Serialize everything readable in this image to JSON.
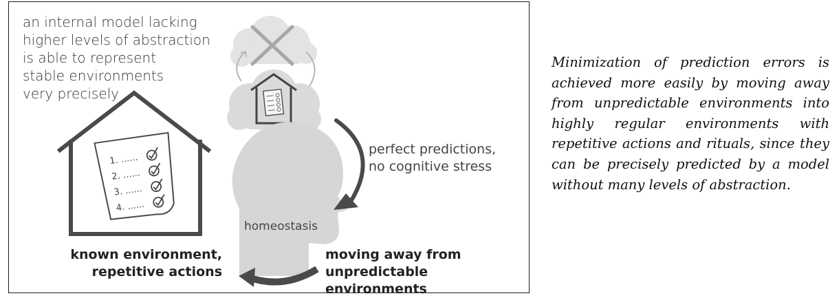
{
  "figure": {
    "intro_text": "an internal model lacking\nhigher levels of abstraction\nis able to represent\nstable environments\nvery precisely",
    "perfect_text": "perfect predictions,\nno cognitive stress",
    "homeostasis_label": "homeostasis",
    "known_label": "known environment,\nrepetitive actions",
    "moving_label": "moving away from\nunpredictable environments",
    "checklist": [
      "1. ......",
      "2. ......",
      "3. ......",
      "4. ......"
    ],
    "colors": {
      "dark": "#4a4a4a",
      "cloud": "#dcdcdc",
      "head": "#d6d6d6"
    }
  },
  "caption": "Minimization of prediction errors is achieved more easily by moving away from unpredictable environments into highly regular environments with repetitive actions and rituals, since they can be precisely predicted by a model without many levels of abstraction."
}
